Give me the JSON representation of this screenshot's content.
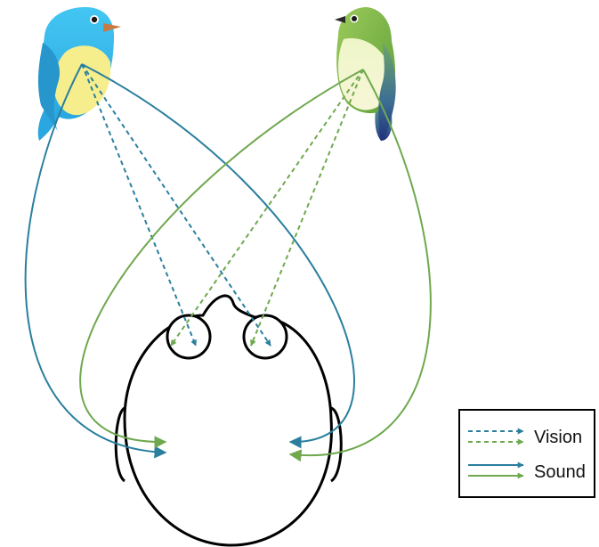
{
  "colors": {
    "blue": "#2A7F9E",
    "green": "#6FA84F",
    "outline": "#000000"
  },
  "icons": {
    "left_bird": "blue-songbird-icon",
    "right_bird": "green-songbird-icon",
    "head": "human-head-top-view"
  },
  "legend": {
    "vision_label": "Vision",
    "sound_label": "Sound"
  }
}
